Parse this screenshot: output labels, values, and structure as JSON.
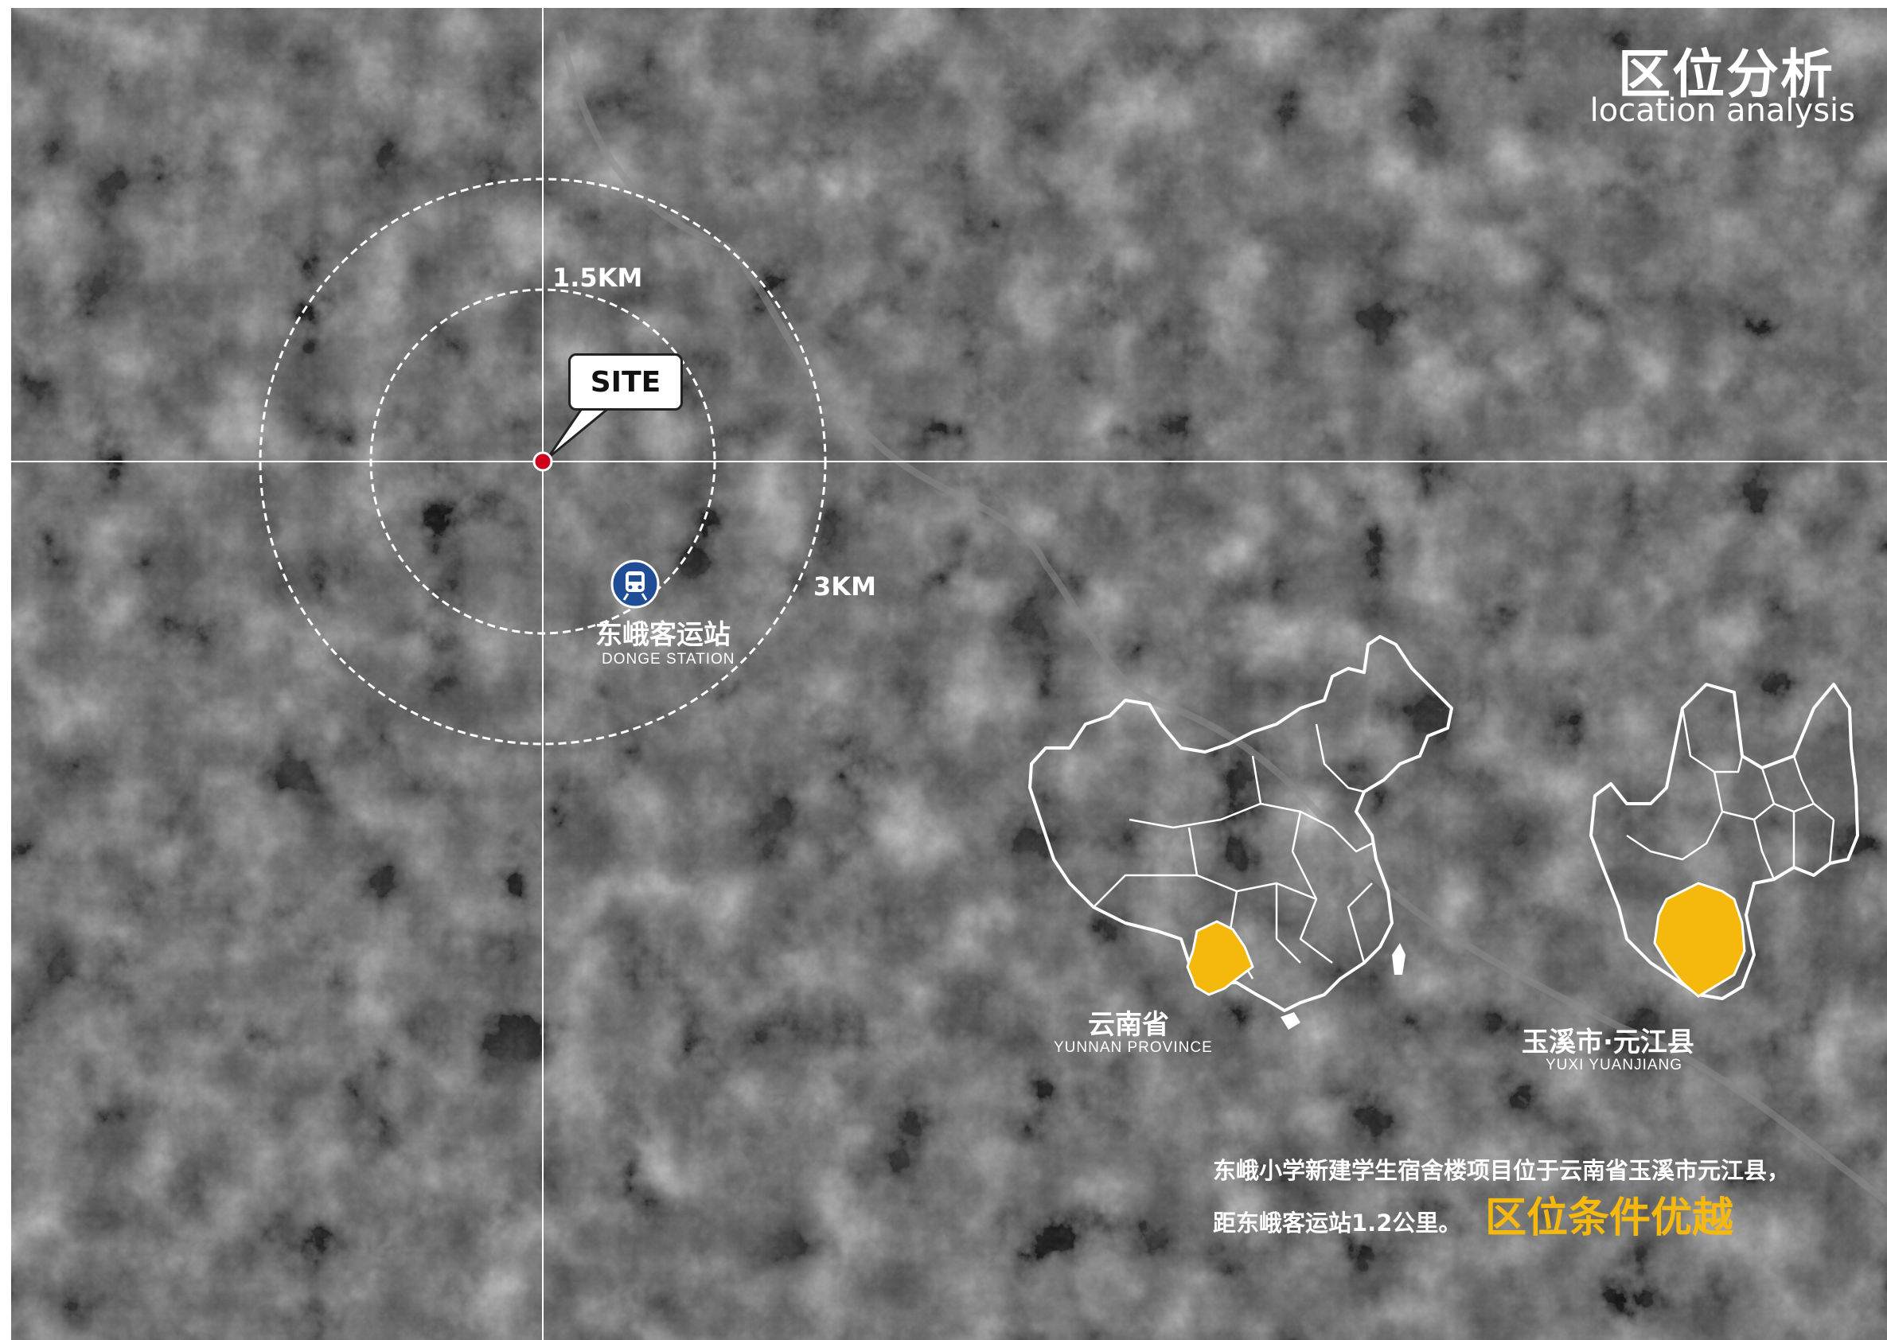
{
  "header": {
    "title_cn": "区位分析",
    "title_en": "location analysis"
  },
  "map": {
    "radius_inner_label": "1.5KM",
    "radius_outer_label": "3KM",
    "site_label": "SITE",
    "station": {
      "name_cn": "东峨客运站",
      "name_en": "DONGE STATION",
      "icon": "train-icon"
    }
  },
  "insets": {
    "province": {
      "name_cn": "云南省",
      "name_en": "YUNNAN PROVINCE"
    },
    "county": {
      "name_cn": "玉溪市·元江县",
      "name_en": "YUXI YUANJIANG"
    }
  },
  "description": {
    "line1": "东峨小学新建学生宿舍楼项目位于云南省玉溪市元江县，",
    "line2": "距东峨客运站1.2公里。",
    "highlight": "区位条件优越"
  },
  "colors": {
    "highlight": "#f5b90d",
    "site_marker": "#d0021b",
    "station_icon": "#1f4e96",
    "lines": "#ffffff"
  }
}
